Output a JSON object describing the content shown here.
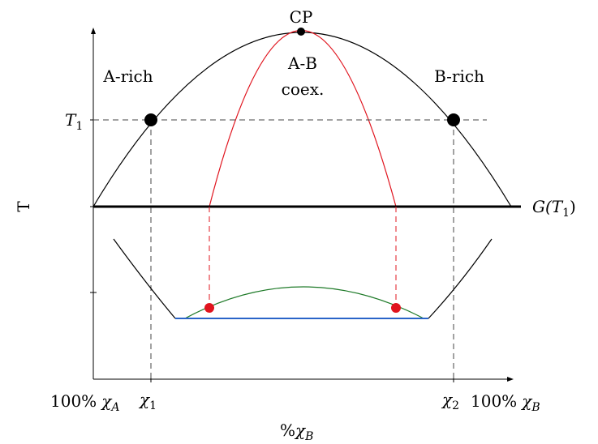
{
  "labels": {
    "cp": "CP",
    "a_rich": "A-rich",
    "ab_coex_line1": "A-B",
    "ab_coex_line2": "coex.",
    "b_rich": "B-rich",
    "t1": "T",
    "t1_sub": "1",
    "g_t1_pre": "G(",
    "g_t1_T": "T",
    "g_t1_sub": "1",
    "g_t1_post": ")",
    "y_axis": "T",
    "x_left_pct": "100%",
    "x_left_chi": "χ",
    "x_left_sub": "A",
    "chi1": "χ",
    "chi1_sub": "1",
    "chi2": "χ",
    "chi2_sub": "2",
    "x_right_pct": "100%",
    "x_right_chi": "χ",
    "x_right_sub": "B",
    "x_axis_pct": "%",
    "x_axis_chi": "χ",
    "x_axis_sub": "B"
  },
  "colors": {
    "binodal": "#000000",
    "spinodal": "#e0141e",
    "common_tangent": "#2a64c8",
    "free_energy_cap": "#1e7a28",
    "dashed": "#444444"
  }
}
